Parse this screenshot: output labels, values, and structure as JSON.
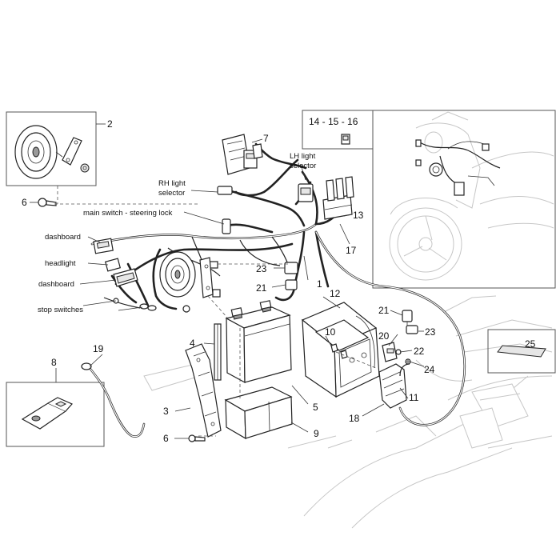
{
  "callouts": {
    "c1": "1",
    "c2": "2",
    "c3": "3",
    "c4": "4",
    "c5": "5",
    "c6a": "6",
    "c6b": "6",
    "c7": "7",
    "c8": "8",
    "c9": "9",
    "c10": "10",
    "c11": "11",
    "c12": "12",
    "c13": "13",
    "c14_16": "14 - 15 - 16",
    "c17": "17",
    "c18": "18",
    "c19": "19",
    "c20": "20",
    "c21a": "21",
    "c21b": "21",
    "c22": "22",
    "c23a": "23",
    "c23b": "23",
    "c24": "24",
    "c25": "25"
  },
  "labels": {
    "rh_light_selector_1": "RH light",
    "rh_light_selector_2": "selector",
    "lh_light_selector_1": "LH light",
    "lh_light_selector_2": "selector",
    "main_switch": "main switch - steering lock",
    "dashboard_1": "dashboard",
    "headlight": "headlight",
    "dashboard_2": "dashboard",
    "stop_switches": "stop switches"
  }
}
